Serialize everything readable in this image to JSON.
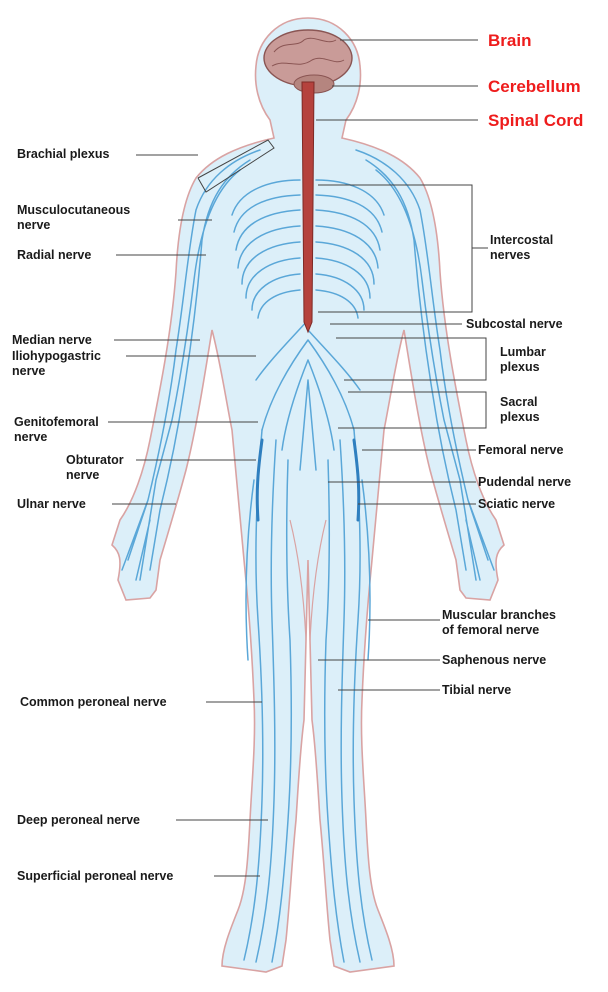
{
  "colors": {
    "nerve": "#5aa7d8",
    "nerve_dark": "#2f7fbf",
    "body_fill": "#dceff9",
    "outline": "#d9a3a3",
    "spinal_cord": "#b5423d",
    "brain": "#c99b98",
    "cns_label": "#ee1c1c"
  },
  "labels": {
    "brain": "Brain",
    "cerebellum": "Cerebellum",
    "spinal_cord": "Spinal Cord",
    "brachial_plexus": "Brachial plexus",
    "musculocutaneous": "Musculocutaneous\nnerve",
    "radial": "Radial nerve",
    "intercostal": "Intercostal\nnerves",
    "subcostal": "Subcostal nerve",
    "median": "Median nerve",
    "iliohypogastric": "Iliohypogastric\nnerve",
    "lumbar": "Lumbar\nplexus",
    "sacral": "Sacral\nplexus",
    "genitofemoral": "Genitofemoral\nnerve",
    "femoral": "Femoral nerve",
    "obturator": "Obturator\nnerve",
    "pudendal": "Pudendal nerve",
    "sciatic": "Sciatic nerve",
    "ulnar": "Ulnar nerve",
    "muscular_femoral": "Muscular branches\nof femoral nerve",
    "saphenous": "Saphenous nerve",
    "tibial": "Tibial nerve",
    "common_peroneal": "Common peroneal nerve",
    "deep_peroneal": "Deep peroneal nerve",
    "superficial_peroneal": "Superficial peroneal nerve"
  }
}
